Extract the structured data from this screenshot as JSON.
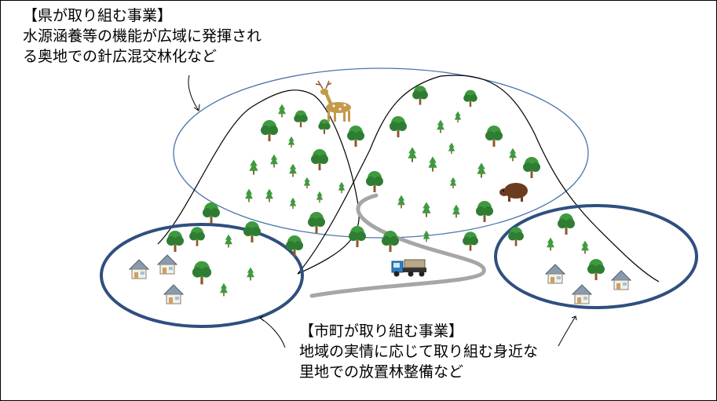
{
  "prefecture": {
    "title": "【県が取り組む事業】",
    "lines": [
      "水源涵養等の機能が広域に発揮され",
      "る奥地での針広混交林化など"
    ]
  },
  "municipality": {
    "title": "【市町が取り組む事業】",
    "lines": [
      "地域の実情に応じて取り組む身近な",
      "里地での放置林整備など"
    ]
  },
  "colors": {
    "mountain_line": "#000000",
    "upper_zone_outline": "#4a76a8",
    "lower_zone_outline": "#2f4f7f",
    "road": "#a6a6a6",
    "tree_green": "#3e9a3e",
    "tree_dark": "#2e7d32",
    "trunk": "#8b5a2b",
    "deer": "#c49a4a",
    "boar": "#6b3d1f",
    "truck_cab": "#2a7ec4",
    "house_roof": "#8a9bb0"
  }
}
